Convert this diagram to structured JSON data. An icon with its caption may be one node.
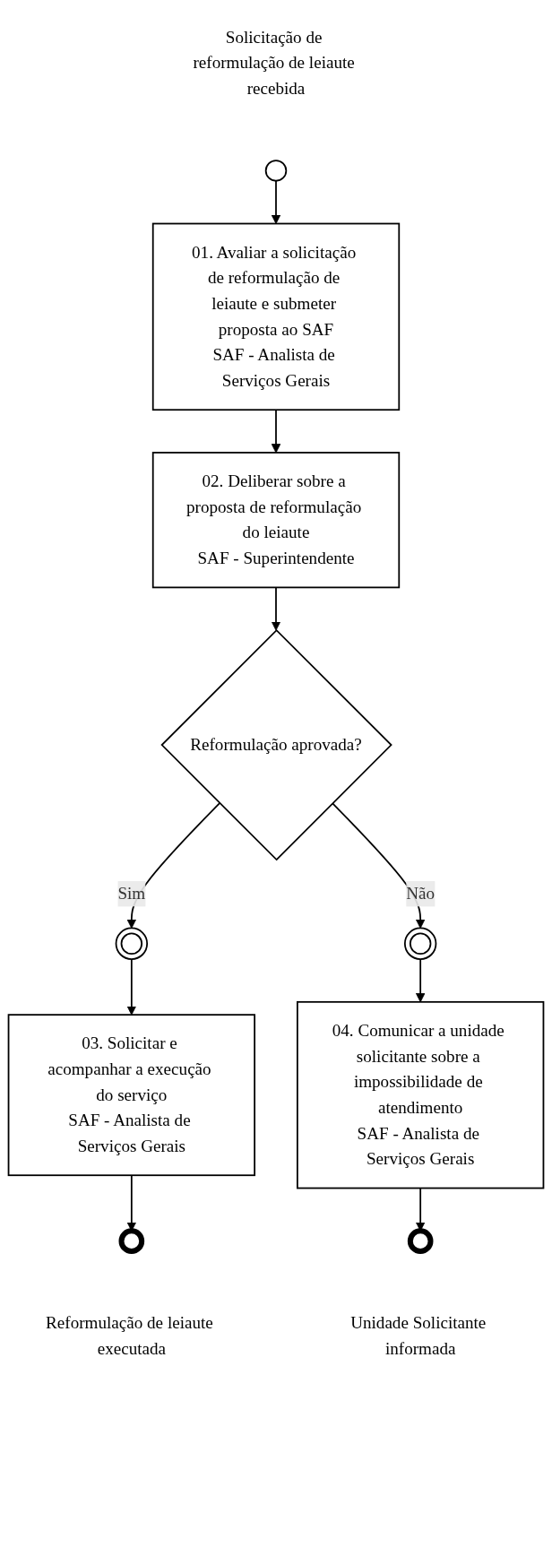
{
  "diagram": {
    "nodes": [
      {
        "text": [],
        "shape": "circle",
        "beside": [
          "Solicitação de reformulação de leiaute recebida"
        ]
      },
      {
        "text": [
          "01. Avaliar a solicitação de reformulação de leiaute e submeter proposta ao SAF",
          "SAF - Analista de Serviços Gerais"
        ]
      },
      {
        "text": [
          "02. Deliberar sobre a proposta de reformulação do leiaute",
          "SAF - Superintendente"
        ]
      },
      {
        "text": [
          "Reformulação aprovada?"
        ]
      },
      {
        "text": [],
        "shape": "circle"
      },
      {
        "text": [],
        "shape": "circle"
      },
      {
        "text": [
          "03. Solicitar e acompanhar a execução do serviço",
          "SAF - Analista de Serviços Gerais"
        ]
      },
      {
        "text": [
          "04. Comunicar a unidade solicitante sobre a impossibilidade de atendimento",
          "SAF - Analista de Serviços Gerais"
        ]
      },
      {
        "text": [],
        "shape": "circle",
        "beside": [
          "Reformulação de leiaute executada"
        ]
      },
      {
        "text": [],
        "shape": "circle",
        "beside": [
          "Unidade Solicitante informada"
        ]
      }
    ],
    "edges": [
      {
        "from": 0,
        "to": 1,
        "arrow": "to"
      },
      {
        "from": 1,
        "to": 2,
        "arrow": "to"
      },
      {
        "from": 2,
        "to": 3,
        "arrow": "to"
      },
      {
        "from": 3,
        "to": 4,
        "arrow": "to",
        "label": "Sim"
      },
      {
        "from": 3,
        "to": 5,
        "arrow": "to",
        "label": "Não"
      },
      {
        "from": 4,
        "to": 6,
        "arrow": "to"
      },
      {
        "from": 5,
        "to": 7,
        "arrow": "to"
      },
      {
        "from": 6,
        "to": 8,
        "arrow": "to"
      },
      {
        "from": 7,
        "to": 9,
        "arrow": "to"
      }
    ]
  }
}
